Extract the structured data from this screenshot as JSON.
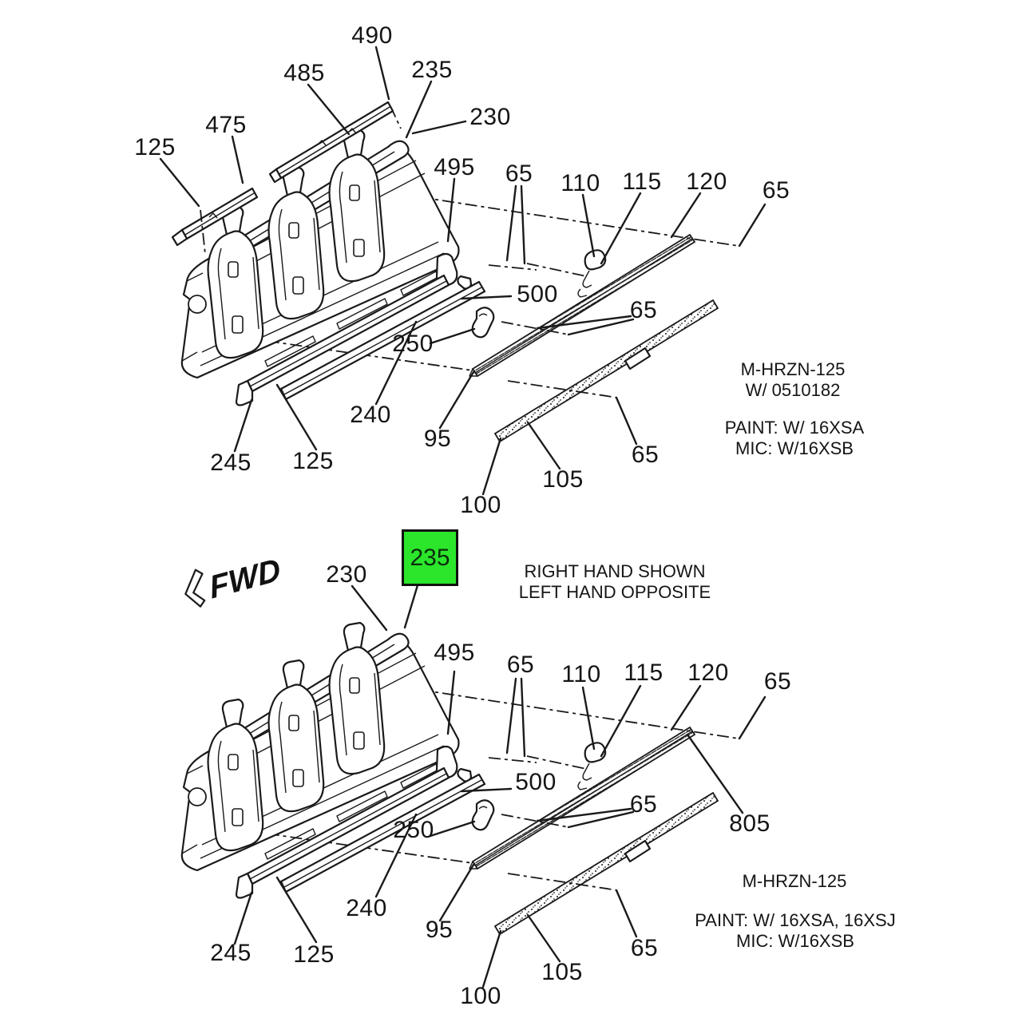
{
  "art": {
    "line_color": "#1a1a1a",
    "highlight_green": "#2be62b",
    "background": "#ffffff"
  },
  "top_view": {
    "callouts": {
      "c490": "490",
      "c485": "485",
      "c235": "235",
      "c475": "475",
      "c125": "125",
      "c230": "230",
      "c495": "495",
      "c65a": "65",
      "c110": "110",
      "c115": "115",
      "c120": "120",
      "c65b": "65",
      "c500": "500",
      "c65c": "65",
      "c250": "250",
      "c240": "240",
      "c95": "95",
      "c245": "245",
      "c125b": "125",
      "c105": "105",
      "c65d": "65",
      "c100": "100"
    },
    "note": {
      "line1": "M-HRZN-125",
      "line2": "W/ 0510182"
    },
    "paint_note": {
      "line1": "PAINT: W/ 16XSA",
      "line2": "MIC: W/16XSB"
    }
  },
  "bottom_view": {
    "fwd_marker": "FWD",
    "hand_note": {
      "line1": "RIGHT HAND SHOWN",
      "line2": "LEFT HAND OPPOSITE"
    },
    "callouts": {
      "c230": "230",
      "c235": "235",
      "c495": "495",
      "c65a": "65",
      "c110": "110",
      "c115": "115",
      "c120": "120",
      "c65b": "65",
      "c500": "500",
      "c65c": "65",
      "c250": "250",
      "c805": "805",
      "c240": "240",
      "c95": "95",
      "c245": "245",
      "c125b": "125",
      "c105": "105",
      "c65d": "65",
      "c100": "100"
    },
    "note": {
      "line1": "M-HRZN-125"
    },
    "paint_note": {
      "line1": "PAINT: W/ 16XSA, 16XSJ",
      "line2": "MIC: W/16XSB"
    }
  }
}
